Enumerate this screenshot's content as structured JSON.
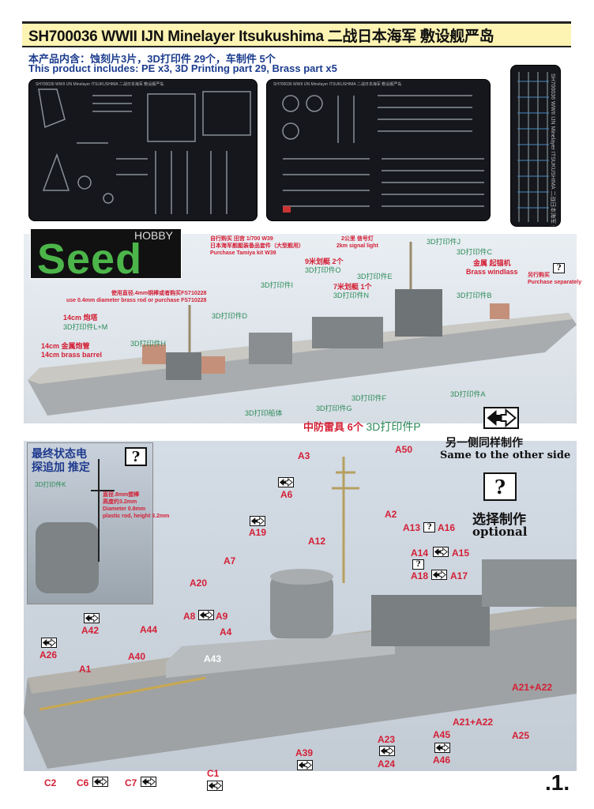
{
  "header": {
    "title": "SH700036 WWII IJN Minelayer Itsukushima  二战日本海军 敷设舰严岛",
    "contents_cn": "本产品内含：蚀刻片3片，3D打印件 29个，车制件 5个",
    "contents_en": "This product includes: PE x3, 3D Printing part 29, Brass part x5"
  },
  "frets": {
    "caption1": "SH700036 WWII IJN Minelayer ITSUKUSHIMA 二战日本海军 敷设舰严岛",
    "caption2": "SH700036 WWII IJN Minelayer ITSUKUSHIMA 二战日本海军 敷设舰严岛",
    "caption3": "SH700036 WWII IJN Minelayer ITSUKUSHIMA 二战日本海军 敷设舰严岛"
  },
  "logo": {
    "hobby": "HOBBY",
    "seed": "Seed"
  },
  "top_photo": {
    "tamiya_cn1": "自行购买 田宫 1/700 W39",
    "tamiya_cn2": "日本海军舰艇装备品套件（大型舰用）",
    "tamiya_en": "Purchase Tamiya kit W39",
    "signal_cn": "2公里 信号灯",
    "signal_en": "2km signal light",
    "partJ": "3D打印件J",
    "partC": "3D打印件C",
    "boat9_cn": "9米划艇 2个",
    "partO": "3D打印件O",
    "partE": "3D打印件E",
    "boat7_cn": "7米划艇 1个",
    "partN": "3D打印件N",
    "partB": "3D打印件B",
    "windlass_cn": "金属 起锚机",
    "windlass_en": "Brass windlass",
    "separate_cn": "另行购买",
    "separate_en": "Purchase separately",
    "q": "?",
    "partI": "3D打印件I",
    "rod_cn": "使用直径.4mm铜棒或者购买FS710228",
    "rod_en": "use 0.4mm diameter brass rod or purchase FS710228",
    "partD": "3D打印件D",
    "turret_cn": "14cm 炮塔",
    "partLM": "3D打印件L+M",
    "partH": "3D打印件H",
    "barrel_cn": "14cm 金属炮管",
    "barrel_en": "14cm brass barrel",
    "partF": "3D打印件F",
    "partG": "3D打印件G",
    "partA": "3D打印件A",
    "hull": "3D打印船体",
    "paravane_cn": "中防雷具 6个",
    "partP": "3D打印件P"
  },
  "legend": {
    "same_cn": "另一侧同样制作",
    "same_en": "Same to the other side",
    "q": "?",
    "optional_cn": "选择制作",
    "optional_en": "optional"
  },
  "inset": {
    "title1": "最终状态电",
    "title2": "探追加 推定",
    "q": "?",
    "partK": "3D打印件K",
    "rod1": "直径.8mm塑棒",
    "rod2": "高度约3.2mm",
    "rod3": "Diameter 0.8mm",
    "rod4": "plastic rod, height 3.2mm"
  },
  "callouts": {
    "A3": "A3",
    "A50": "A50",
    "A6": "A6",
    "A19": "A19",
    "A2": "A2",
    "A12": "A12",
    "A13": "A13",
    "A16": "A16",
    "q1": "?",
    "A14": "A14",
    "A15": "A15",
    "q2": "?",
    "A18": "A18",
    "A17": "A17",
    "A7": "A7",
    "A20": "A20",
    "A8": "A8",
    "A9": "A9",
    "A4": "A4",
    "A44": "A44",
    "A42": "A42",
    "A26": "A26",
    "A40": "A40",
    "A43": "A43",
    "A1": "A1",
    "A21A22a": "A21+A22",
    "A21A22b": "A21+A22",
    "A25": "A25",
    "A45": "A45",
    "A46": "A46",
    "A23": "A23",
    "A24": "A24",
    "A39": "A39",
    "C1": "C1",
    "C2": "C2",
    "C6": "C6",
    "C7": "C7"
  },
  "page_number": ".1."
}
